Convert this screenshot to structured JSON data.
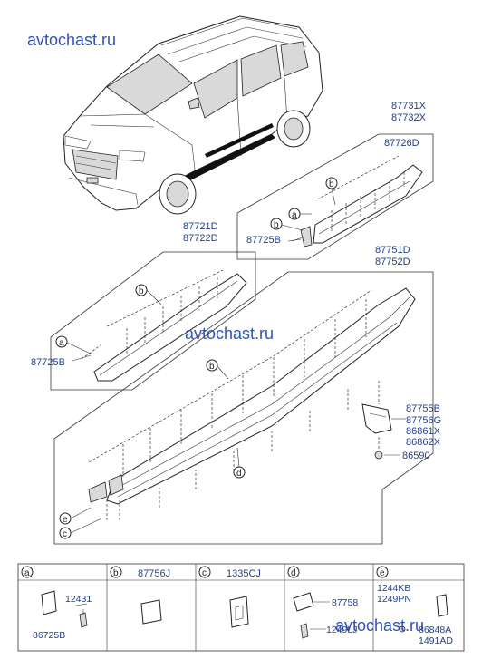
{
  "watermarks": [
    "avtochast.ru",
    "avtochast.ru",
    "avtochast.ru"
  ],
  "labels": {
    "rear_door_molding": [
      "87731X",
      "87732X"
    ],
    "rear_door_garnish": "87726D",
    "rear_clip": "87725B",
    "front_door_molding": [
      "87721D",
      "87722D"
    ],
    "front_clip": "87725B",
    "side_sill": [
      "87751D",
      "87752D"
    ],
    "bracket": [
      "87755B",
      "87756G",
      "86861X",
      "86862X"
    ],
    "screw": "86590"
  },
  "callouts": [
    "a",
    "b",
    "a",
    "b",
    "b",
    "d",
    "e",
    "c"
  ],
  "parts_table": {
    "cells": [
      {
        "letter": "a",
        "part_no": "",
        "sub_parts": [
          "12431",
          "86725B"
        ]
      },
      {
        "letter": "b",
        "part_no": "87756J",
        "sub_parts": []
      },
      {
        "letter": "c",
        "part_no": "1335CJ",
        "sub_parts": []
      },
      {
        "letter": "d",
        "part_no": "",
        "sub_parts": [
          "87758",
          "1249LJ"
        ]
      },
      {
        "letter": "e",
        "part_no": "",
        "sub_parts": [
          "1244KB",
          "1249PN",
          "86848A",
          "1491AD"
        ]
      }
    ]
  },
  "colors": {
    "label": "#1f3f8f",
    "watermark": "#2f54b8",
    "line": "#333333"
  }
}
